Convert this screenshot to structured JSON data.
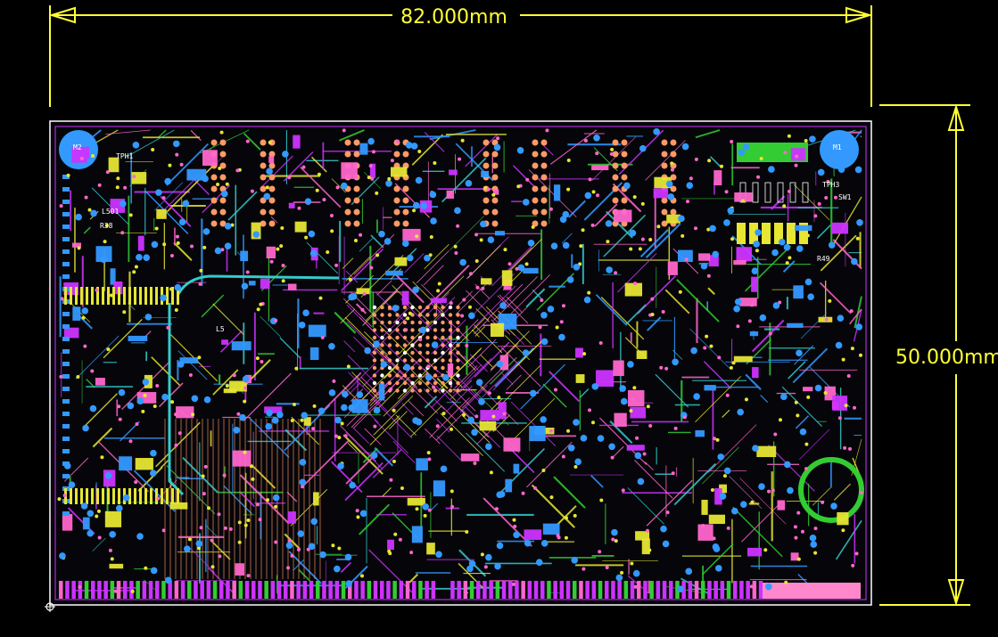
{
  "dimensions": {
    "width_label": "82.000mm",
    "height_label": "50.000mm"
  },
  "board": {
    "labels": {
      "mount_left": "M2",
      "mount_right": "M1",
      "test_point_left": "TPH1",
      "test_point_right": "TPH3",
      "switch": "SW1",
      "inductor_a": "L501",
      "inductor_b": "L5",
      "res_a": "R38",
      "res_b": "R49"
    }
  },
  "colors": {
    "background": "#000000",
    "dimension": "#ffff33",
    "outline": "#ffffff",
    "copper_top": "#ff66cc",
    "copper_mid": "#cc33ff",
    "copper_bottom": "#3399ff",
    "trace_yellow": "#e6e633",
    "trace_cyan": "#33cccc",
    "trace_green": "#33cc33",
    "pad_orange": "#ff9966"
  }
}
